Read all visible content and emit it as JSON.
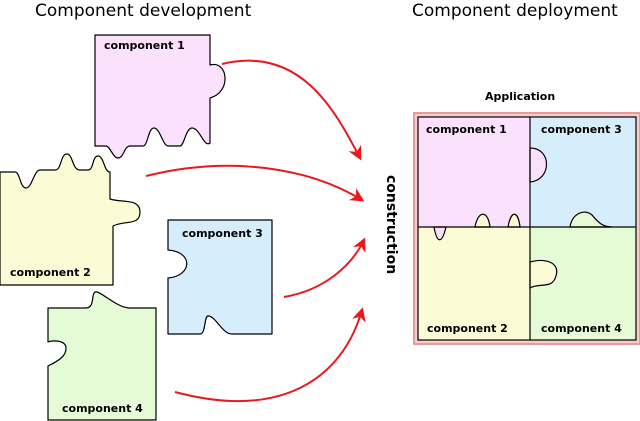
{
  "titles": {
    "development": "Component development",
    "deployment": "Component deployment"
  },
  "construction_label": "construction",
  "application_label": "Application",
  "components": {
    "c1": "component 1",
    "c2": "component 2",
    "c3": "component 3",
    "c4": "component 4"
  },
  "colors": {
    "component1": "#fbe1fb",
    "component2": "#fbfbd6",
    "component3": "#d6eefb",
    "component4": "#e4fbd6",
    "arrow": "#e8191e",
    "application_frame": "#f0a0a0"
  }
}
